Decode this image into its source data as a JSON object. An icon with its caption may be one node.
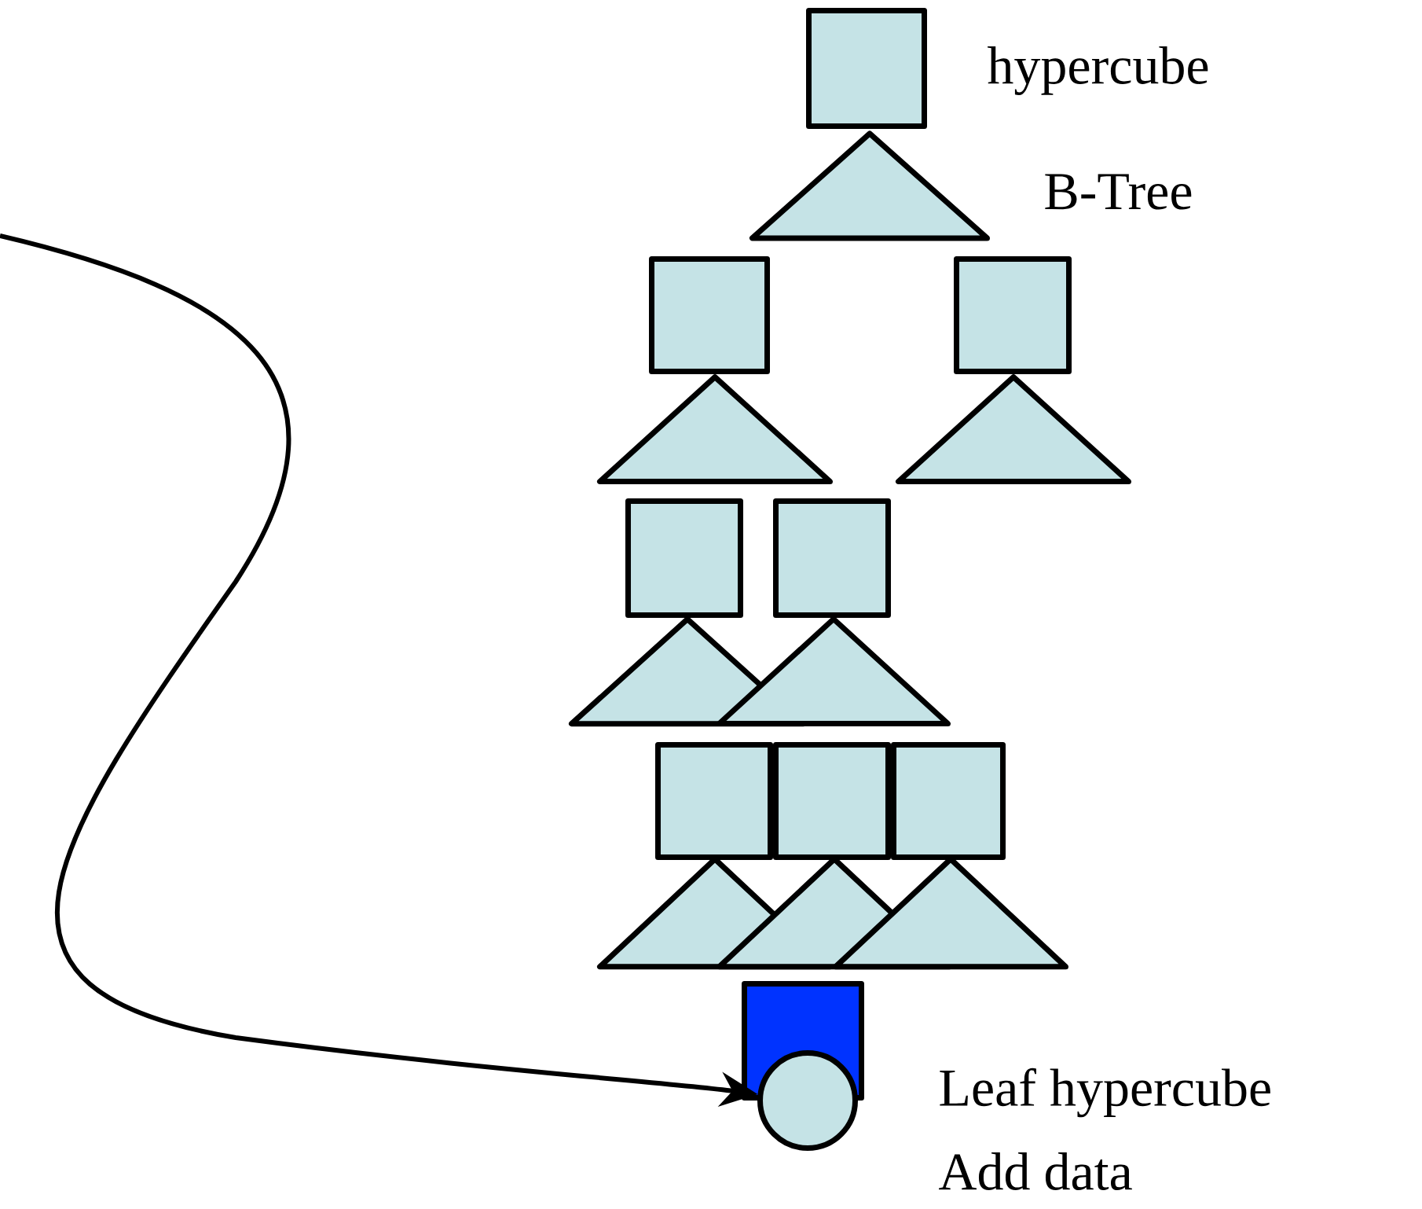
{
  "diagram": {
    "nodes": [
      {
        "text": [],
        "shape": "box"
      },
      {
        "text": [],
        "shape": "triangle"
      },
      {
        "text": [],
        "shape": "box"
      },
      {
        "text": [],
        "shape": "box"
      },
      {
        "text": [],
        "shape": "triangle"
      },
      {
        "text": [],
        "shape": "triangle"
      },
      {
        "text": [],
        "shape": "box"
      },
      {
        "text": [],
        "shape": "box"
      },
      {
        "text": [],
        "shape": "triangle"
      },
      {
        "text": [],
        "shape": "triangle"
      },
      {
        "text": [],
        "shape": "box"
      },
      {
        "text": [],
        "shape": "box"
      },
      {
        "text": [],
        "shape": "box"
      },
      {
        "text": [],
        "shape": "triangle"
      },
      {
        "text": [],
        "shape": "triangle"
      },
      {
        "text": [],
        "shape": "triangle"
      },
      {
        "text": [],
        "shape": "bar"
      },
      {
        "text": [],
        "shape": "circle"
      }
    ],
    "edges": [
      {
        "from": null,
        "to": 17,
        "arrow": "to"
      }
    ],
    "labels": [
      "hypercube",
      "B-Tree",
      "Leaf hypercube",
      "Add data"
    ]
  }
}
